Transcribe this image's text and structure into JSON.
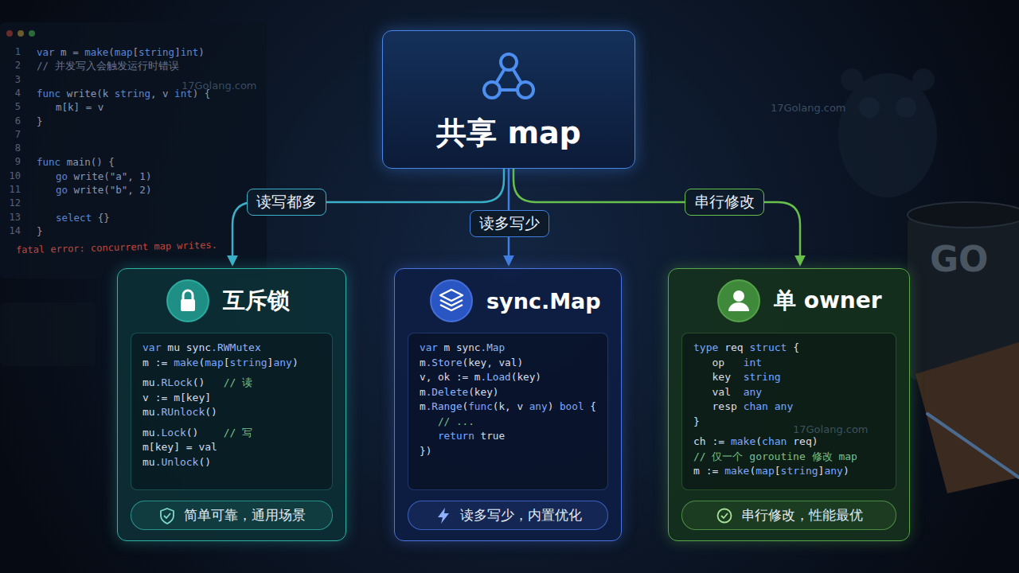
{
  "diagram": {
    "nodes": [
      {
        "text": [
          "共享 map"
        ]
      },
      {
        "text": [
          "互斥锁",
          "var mu sync.RWMutex",
          "m := make(map[string]any)",
          "mu.RLock()   // 读",
          "v := m[key]",
          "mu.RUnlock()",
          "mu.Lock()    // 写",
          "m[key] = val",
          "mu.Unlock()",
          "简单可靠，通用场景"
        ]
      },
      {
        "text": [
          "sync.Map",
          "var m sync.Map",
          "m.Store(key, val)",
          "v, ok := m.Load(key)",
          "m.Delete(key)",
          "m.Range(func(k, v any) bool {",
          "   // ...",
          "   return true",
          "})",
          "读多写少，内置优化"
        ]
      },
      {
        "text": [
          "单 owner",
          "type req struct {",
          "   op   int",
          "   key  string",
          "   val  any",
          "   resp chan any",
          "}",
          "ch := make(chan req)",
          "// 仅一个 goroutine 修改 map",
          "m := make(map[string]any)",
          "串行修改，性能最优"
        ]
      }
    ],
    "edges": [
      {
        "from": 0,
        "to": 1,
        "arrow": "to",
        "label": "读写都多"
      },
      {
        "from": 0,
        "to": 2,
        "arrow": "to",
        "label": "读多写少"
      },
      {
        "from": 0,
        "to": 3,
        "arrow": "to",
        "label": "串行修改"
      }
    ],
    "labels": [
      "1",
      "var m = make(map[string]int)",
      "2",
      "// 并发写入会触发运行时错误",
      "3",
      "4",
      "func write(k string, v int) {",
      "5",
      "m[k] = v",
      "6",
      "}",
      "7",
      "8",
      "9",
      "func main() {",
      "10",
      "go write(\"a\", 1)",
      "11",
      "go write(\"b\", 2)",
      "12",
      "13",
      "select {}",
      "14",
      "}",
      "fatal error: concurrent map writes.",
      "17Golang.com",
      "17Golang.com",
      "17Golang.com",
      "GO"
    ]
  }
}
